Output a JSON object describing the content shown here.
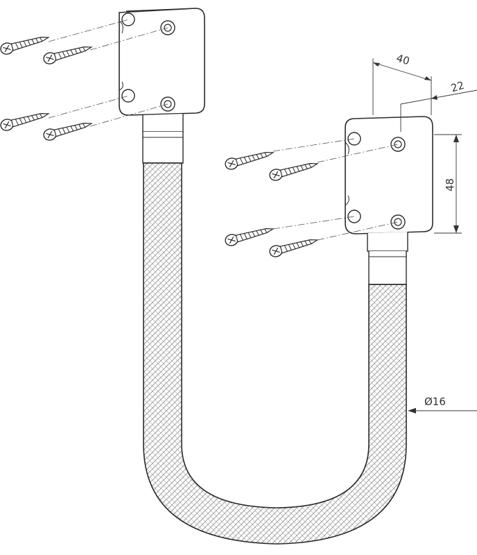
{
  "colors": {
    "line": "#2a2a2a",
    "dim_line": "#333333",
    "hatch": "#8a8a8a",
    "background": "#ffffff"
  },
  "dimensions": {
    "width": "40",
    "depth": "22",
    "height": "48",
    "diameter": "Ø16"
  }
}
